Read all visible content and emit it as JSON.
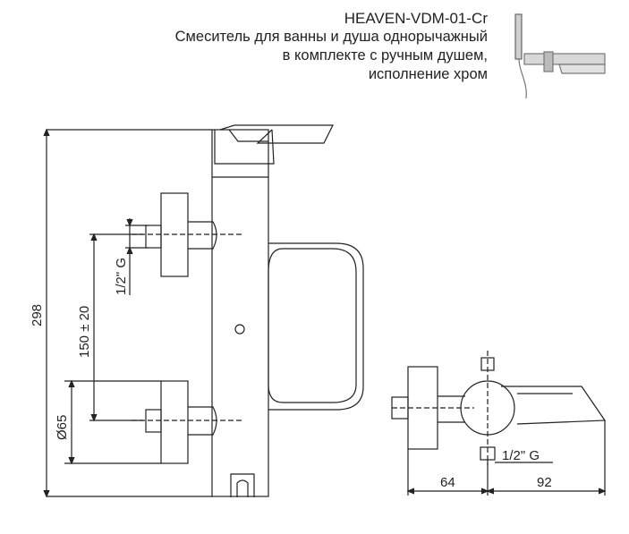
{
  "header": {
    "model": "HEAVEN-VDM-01-Cr",
    "desc_line1": "Смеситель для ванны и душа однорычажный",
    "desc_line2": "в комплекте с ручным душем,",
    "desc_line3": "исполнение хром"
  },
  "dimensions": {
    "height_total": "298",
    "center_distance": "150 ± 20",
    "thread_left": "1/2\" G",
    "diameter": "Ø65",
    "depth_left": "64",
    "depth_right": "92",
    "thread_side": "1/2\" G"
  },
  "icons": {
    "product_photo": "mixer-with-hand-shower-thumbnail-icon"
  }
}
